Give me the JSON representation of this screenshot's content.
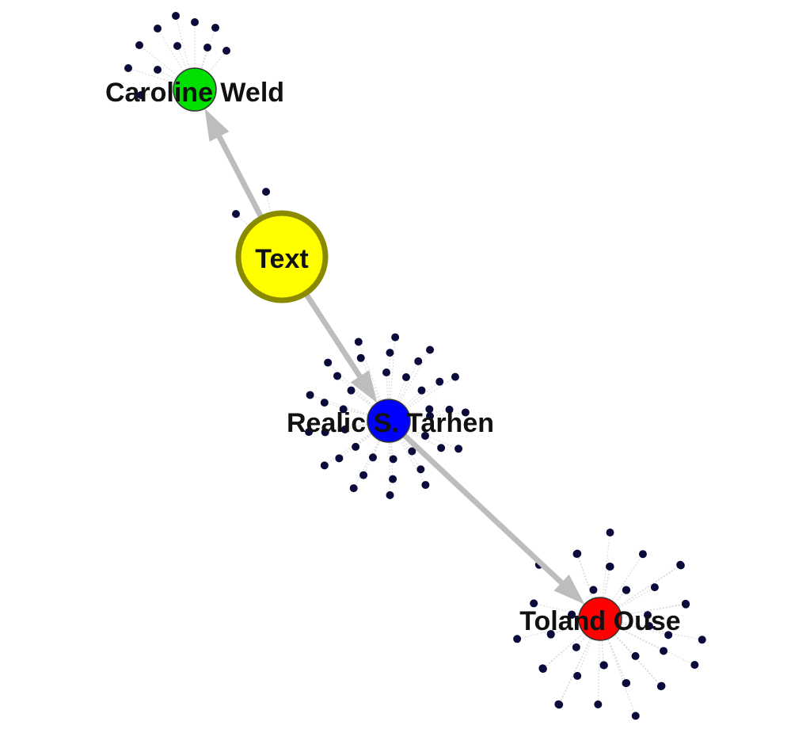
{
  "graph": {
    "nodes": [
      {
        "id": "caroline",
        "label": "Caroline Weld",
        "color": "#00e000",
        "leaf_count": 11
      },
      {
        "id": "text",
        "label": "Text",
        "color": "#ffff00",
        "border": "#8a8a00",
        "leaf_count": 2
      },
      {
        "id": "realic",
        "label": "Realic S. Tarhen",
        "color": "#0000ff",
        "leaf_count": 40
      },
      {
        "id": "toland",
        "label": "Toland Ouse",
        "color": "#ff0000",
        "leaf_count": 44
      }
    ],
    "edges": [
      {
        "from": "text",
        "to": "caroline"
      },
      {
        "from": "text",
        "to": "realic"
      },
      {
        "from": "realic",
        "to": "toland"
      }
    ],
    "leaf_color": "#0b0b3b",
    "edge_color": "#bdbdbd"
  }
}
